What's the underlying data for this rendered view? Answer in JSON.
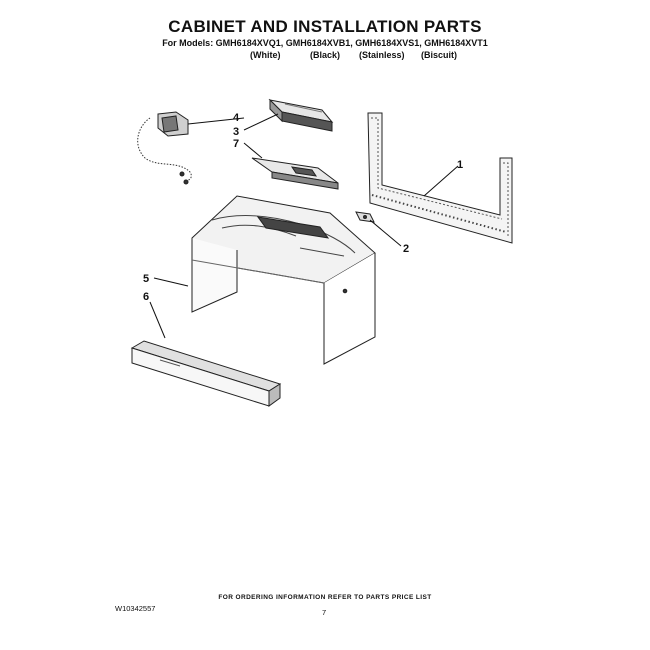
{
  "header": {
    "title": "CABINET AND INSTALLATION PARTS",
    "models_line": "For Models: GMH6184XVQ1, GMH6184XVB1, GMH6184XVS1, GMH6184XVT1",
    "variants": [
      "(White)",
      "(Black)",
      "(Stainless)",
      "(Biscuit)"
    ]
  },
  "diagram": {
    "callouts": [
      "1",
      "2",
      "3",
      "4",
      "5",
      "6",
      "7"
    ]
  },
  "footer": {
    "note": "FOR ORDERING INFORMATION REFER TO PARTS PRICE LIST",
    "doc_number": "W10342557",
    "page_number": "7"
  }
}
